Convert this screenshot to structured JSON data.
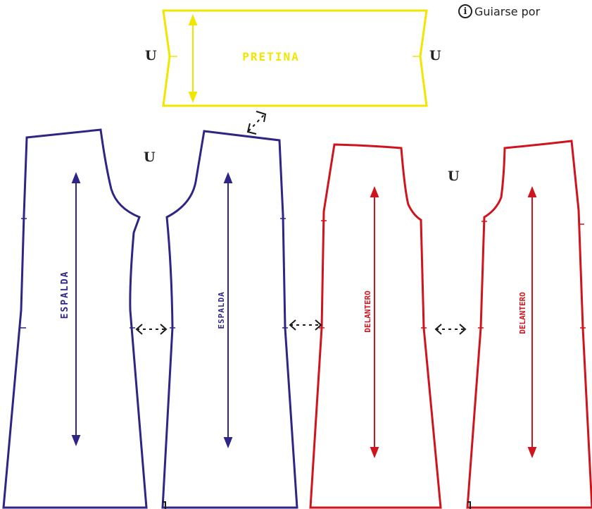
{
  "hint": {
    "text": "Guiarse por",
    "icon": "info-circle-icon"
  },
  "colors": {
    "waistband": "#f2e600",
    "back": "#2e2585",
    "front": "#d0141e",
    "marker": "#1a1a1a",
    "fold": "#222222"
  },
  "fold_marker": "U",
  "pieces": {
    "waistband": {
      "label": "PRETINA"
    },
    "back_left": {
      "label": "ESPALDA"
    },
    "back_right": {
      "label": "ESPALDA"
    },
    "front_left": {
      "label": "DELANTERO"
    },
    "front_right": {
      "label": "DELANTERO"
    }
  },
  "icons": {
    "swap": "swap-arrows-icon",
    "rotate": "rotate-icon"
  }
}
